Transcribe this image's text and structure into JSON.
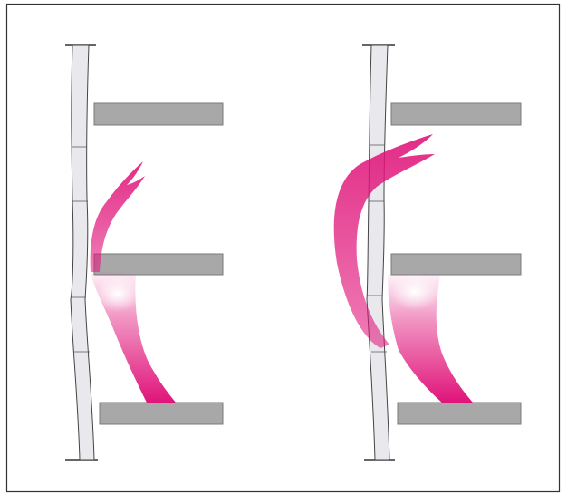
{
  "figure": {
    "panels": [
      {
        "id": "left",
        "variant": "short-curl"
      },
      {
        "id": "right",
        "variant": "tall-curl"
      }
    ],
    "colors": {
      "frame": "#333333",
      "column_fill": "#e9e9ed",
      "column_stroke": "#444444",
      "shelf_fill": "#a8a8a8",
      "shelf_stroke": "#7a7a7a",
      "magenta": "#e0147a"
    }
  }
}
